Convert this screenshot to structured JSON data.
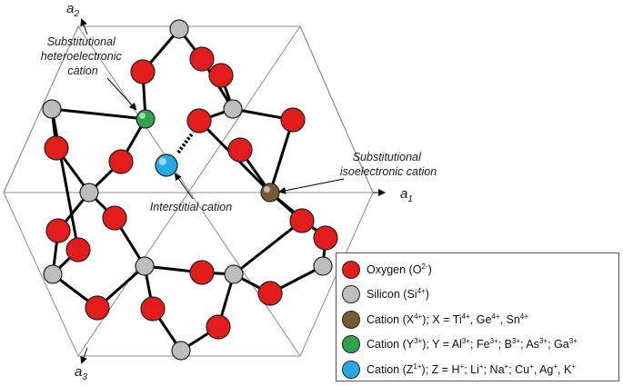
{
  "axes": {
    "a1": "a",
    "a1_sub": "1",
    "a2": "a",
    "a2_sub": "2",
    "a3": "a",
    "a3_sub": "3"
  },
  "annotations": {
    "hetero_line1": "Substitutional",
    "hetero_line2": "heteroelectronic",
    "hetero_line3": "cation",
    "iso_line1": "Substitutional",
    "iso_line2": "isoelectronic cation",
    "interstitial": "Interstitial cation"
  },
  "colors": {
    "oxygen": "#e21b1b",
    "silicon": "#bdbdbd",
    "cation_x": "#7a5a36",
    "cation_y": "#2fa24b",
    "cation_z": "#27a9e1",
    "bond": "#000000",
    "grid": "#8c8c8c"
  },
  "legend": [
    {
      "key": "oxygen",
      "color": "#e21b1b",
      "parts": [
        [
          "Oxygen (O",
          ""
        ],
        [
          "2-",
          "sup"
        ],
        [
          ")",
          ""
        ]
      ]
    },
    {
      "key": "silicon",
      "color": "#bdbdbd",
      "parts": [
        [
          "Silicon (Si",
          ""
        ],
        [
          "4+",
          "sup"
        ],
        [
          ")",
          ""
        ]
      ]
    },
    {
      "key": "cation_x",
      "color": "#7a5a36",
      "parts": [
        [
          "Cation (X",
          ""
        ],
        [
          "4+",
          "sup"
        ],
        [
          "); X = Ti",
          ""
        ],
        [
          "4+",
          "sup"
        ],
        [
          ", Ge",
          ""
        ],
        [
          "4+",
          "sup"
        ],
        [
          ", Sn",
          ""
        ],
        [
          "4+",
          "sup"
        ]
      ]
    },
    {
      "key": "cation_y",
      "color": "#2fa24b",
      "parts": [
        [
          "Cation (Y",
          ""
        ],
        [
          "3+",
          "sup"
        ],
        [
          "); Y = Al",
          ""
        ],
        [
          "3+",
          "sup"
        ],
        [
          "; Fe",
          ""
        ],
        [
          "3+",
          "sup"
        ],
        [
          "; B",
          ""
        ],
        [
          "3+",
          "sup"
        ],
        [
          "; As",
          ""
        ],
        [
          "3+",
          "sup"
        ],
        [
          "; Ga",
          ""
        ],
        [
          "3+",
          "sup"
        ]
      ]
    },
    {
      "key": "cation_z",
      "color": "#27a9e1",
      "parts": [
        [
          "Cation (Z",
          ""
        ],
        [
          "1+",
          "sup"
        ],
        [
          "); Z = H",
          ""
        ],
        [
          "+",
          "sup"
        ],
        [
          "; Li",
          ""
        ],
        [
          "+",
          "sup"
        ],
        [
          "; Na",
          ""
        ],
        [
          "+",
          "sup"
        ],
        [
          "; Cu",
          ""
        ],
        [
          "+",
          "sup"
        ],
        [
          ", Ag",
          ""
        ],
        [
          "+",
          "sup"
        ],
        [
          ", K",
          ""
        ],
        [
          "+",
          "sup"
        ]
      ]
    }
  ]
}
